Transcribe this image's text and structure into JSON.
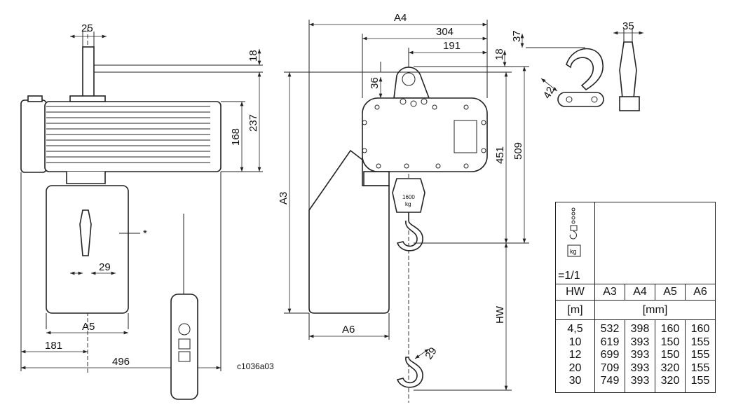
{
  "side_view": {
    "dim_shaft_width": "25",
    "dim_top": "18",
    "dim_height_237": "237",
    "dim_height_168": "168",
    "note_marker": "*",
    "dim_hook_29": "29",
    "dim_a5": "A5",
    "dim_181": "181",
    "dim_496": "496",
    "drawing_id": "c1036a03"
  },
  "front_view": {
    "dim_a4": "A4",
    "dim_304": "304",
    "dim_191": "191",
    "dim_top": "18",
    "dim_36": "36",
    "dim_451": "451",
    "dim_509": "509",
    "dim_a3": "A3",
    "dim_a6": "A6",
    "dim_hw": "HW",
    "dim_hook_29": "29",
    "load_label_value": "1600",
    "load_label_unit": "kg"
  },
  "hook_detail": {
    "dim_37": "37",
    "dim_42": "42",
    "dim_35": "35"
  },
  "table": {
    "icon_weight_label": "kg",
    "reeving": "=1/1",
    "headers": [
      "HW",
      "A3",
      "A4",
      "A5",
      "A6"
    ],
    "unit_hw": "[m]",
    "unit_dims": "[mm]",
    "rows": [
      [
        "4,5",
        "532",
        "398",
        "160",
        "160"
      ],
      [
        "10",
        "619",
        "393",
        "150",
        "155"
      ],
      [
        "12",
        "699",
        "393",
        "150",
        "155"
      ],
      [
        "20",
        "709",
        "393",
        "320",
        "155"
      ],
      [
        "30",
        "749",
        "393",
        "320",
        "155"
      ]
    ]
  }
}
